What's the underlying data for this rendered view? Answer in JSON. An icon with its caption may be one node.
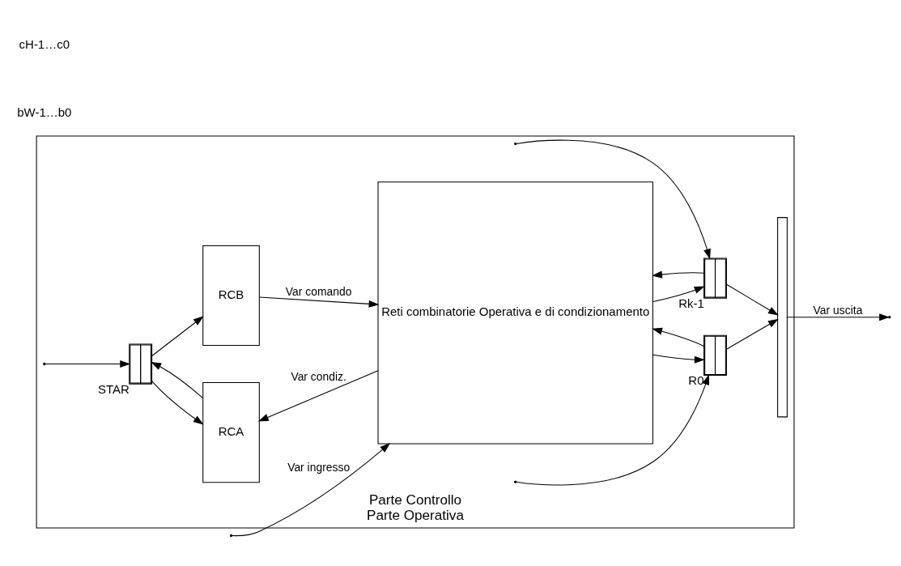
{
  "diagram": {
    "nodes": [
      {
        "text": [
          "Parte Controllo",
          "Parte Operativa"
        ]
      },
      {
        "text": [
          "RCB"
        ],
        "in": 0
      },
      {
        "text": [
          "RCA"
        ],
        "in": 0
      },
      {
        "text": [],
        "shape": "box",
        "beside": [
          "STAR"
        ],
        "in": 0
      },
      {
        "text": [
          "Reti combinatorie Operativa e di condizionamento"
        ],
        "in": 0
      },
      {
        "text": [],
        "shape": "box",
        "beside": [
          "R0"
        ],
        "in": 0
      },
      {
        "text": [],
        "shape": "box",
        "beside": [
          "Rk-1"
        ],
        "in": 0
      },
      {
        "text": [],
        "shape": "bar",
        "in": 0
      }
    ],
    "edges": [
      {
        "from": null,
        "to": 4,
        "arrow": "to",
        "label": "Var ingresso"
      },
      {
        "from": 3,
        "to": 1,
        "arrow": "to"
      },
      {
        "from": 3,
        "to": 2,
        "arrow": "to"
      },
      {
        "from": 1,
        "to": 4,
        "arrow": "to",
        "label": "Var comando"
      },
      {
        "from": 4,
        "to": 2,
        "arrow": "to",
        "label": "Var condiz."
      },
      {
        "from": 2,
        "to": 3,
        "arrow": "to"
      },
      {
        "from": null,
        "to": 3,
        "arrow": "to"
      },
      {
        "from": null,
        "to": 5,
        "arrow": "to"
      },
      {
        "from": null,
        "to": 6,
        "arrow": "to"
      },
      {
        "from": 4,
        "to": 5,
        "arrow": "to"
      },
      {
        "from": 5,
        "to": 7,
        "arrow": "to"
      },
      {
        "from": 5,
        "to": 4,
        "arrow": "to"
      },
      {
        "from": 4,
        "to": 6,
        "arrow": "to"
      },
      {
        "from": 6,
        "to": 7,
        "arrow": "to"
      },
      {
        "from": 6,
        "to": 4,
        "arrow": "to"
      },
      {
        "from": 7,
        "to": null,
        "arrow": "to",
        "label": "Var uscita"
      }
    ],
    "labels": [
      "bW-1…b0",
      "cH-1…c0"
    ]
  }
}
